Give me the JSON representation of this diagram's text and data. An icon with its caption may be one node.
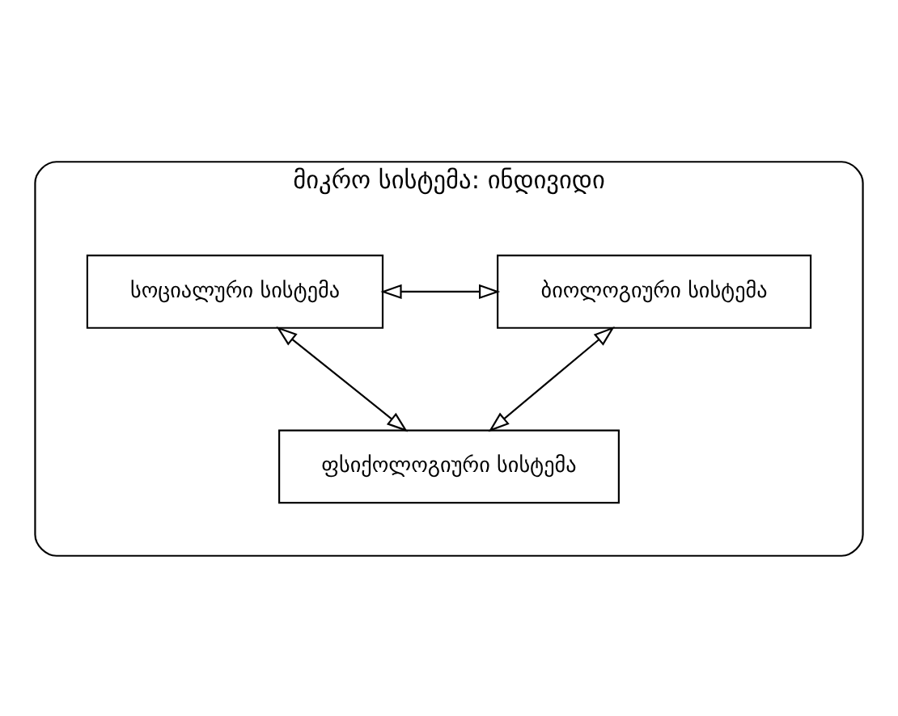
{
  "diagram": {
    "nodes": [
      {
        "text": [
          "მიკრო სისტემა: ინდივიდი"
        ]
      },
      {
        "text": [
          "ბიოლოგიური სისტემა"
        ],
        "in": 0
      },
      {
        "text": [
          "სოციალური სისტემა"
        ],
        "in": 0
      },
      {
        "text": [
          "ფსიქოლოგიური სისტემა"
        ],
        "in": 0
      }
    ],
    "edges": [
      {
        "from": 1,
        "to": 2,
        "arrow": "both"
      },
      {
        "from": 1,
        "to": 3,
        "arrow": "both"
      },
      {
        "from": 2,
        "to": 3,
        "arrow": "both"
      }
    ]
  }
}
